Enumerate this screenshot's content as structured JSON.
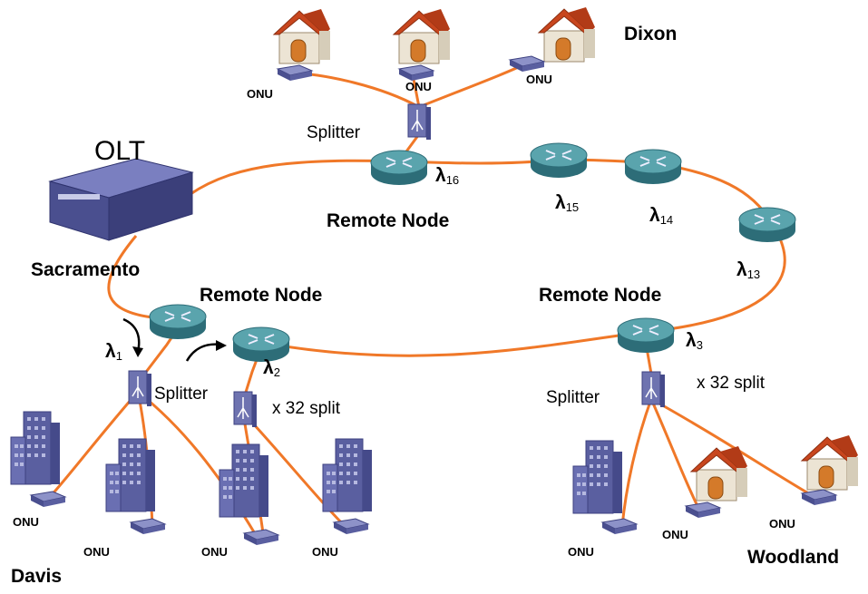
{
  "labels": {
    "olt": "OLT",
    "sacramento": "Sacramento",
    "dixon": "Dixon",
    "davis": "Davis",
    "woodland": "Woodland",
    "remote_node": "Remote Node",
    "splitter": "Splitter",
    "onu": "ONU",
    "split_32": "x 32 split",
    "lambda": "λ"
  },
  "wavelengths": {
    "l1": "1",
    "l2": "2",
    "l3": "3",
    "l13": "13",
    "l14": "14",
    "l15": "15",
    "l16": "16"
  },
  "colors": {
    "fiber": "#f07828",
    "router_top": "#4f9aa3",
    "router_side": "#2d6d78",
    "device_blue": "#6e73b0",
    "olt_body": "#4a4f8f",
    "house_roof": "#c8461e",
    "house_wall": "#eae3d6",
    "building": "#5a5fa0"
  }
}
